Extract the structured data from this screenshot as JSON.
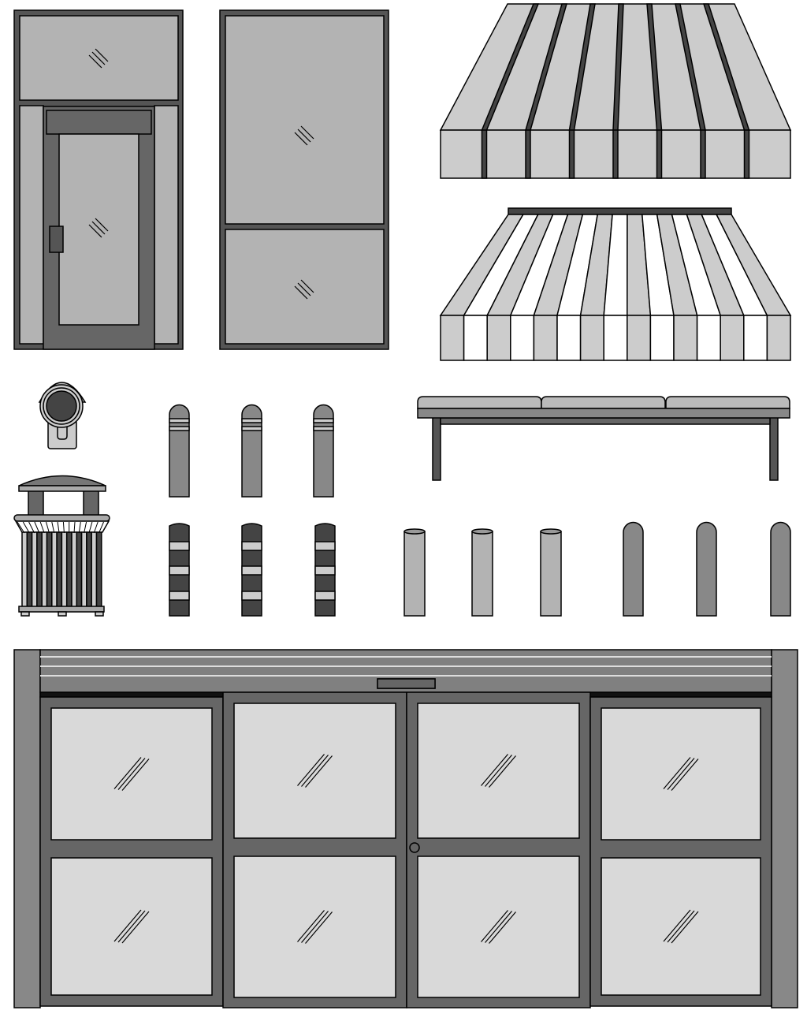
{
  "colors": {
    "frame_dark": "#555555",
    "door_dark": "#666666",
    "glass": "#b3b3b3",
    "glass_light": "#d9d9d9",
    "awning_gray": "#cccccc",
    "bollard_gray": "#888888",
    "bollard_dark": "#444444",
    "stroke": "#000000",
    "white": "#ffffff"
  },
  "items": [
    {
      "name": "transom-door",
      "icon": "door-icon"
    },
    {
      "name": "glass-door",
      "icon": "door-icon"
    },
    {
      "name": "striped-awning-solid",
      "icon": "awning-icon"
    },
    {
      "name": "striped-awning-alternating",
      "icon": "awning-icon"
    },
    {
      "name": "security-camera",
      "icon": "camera-icon"
    },
    {
      "name": "bench",
      "icon": "bench-icon"
    },
    {
      "name": "trash-can",
      "icon": "trash-icon"
    },
    {
      "name": "bollards",
      "icon": "bollard-icon"
    },
    {
      "name": "sliding-storefront-door",
      "icon": "storefront-icon"
    }
  ]
}
